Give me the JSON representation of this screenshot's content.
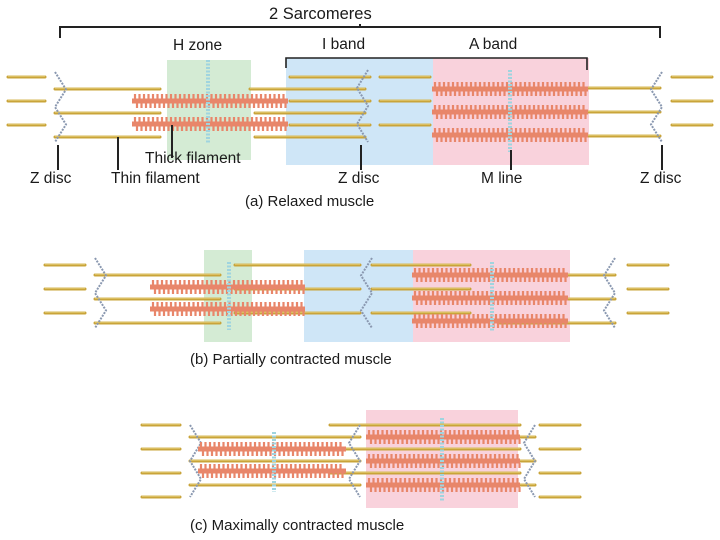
{
  "panel_a": {
    "header": "2 Sarcomeres",
    "h_zone": "H zone",
    "i_band": "I band",
    "a_band": "A band",
    "thick_filament": "Thick filament",
    "z_disc_left": "Z disc",
    "thin_filament": "Thin filament",
    "z_disc_middle": "Z disc",
    "m_line": "M line",
    "z_disc_right": "Z disc",
    "caption": "(a) Relaxed muscle"
  },
  "panel_b": {
    "caption": "(b) Partially contracted muscle"
  },
  "panel_c": {
    "caption": "(c) Maximally contracted muscle"
  },
  "colors": {
    "h_zone": "#d4ebd4",
    "i_band": "#cfe6f7",
    "a_band": "#f9d2dc",
    "thick_filament": "#e8866a",
    "thin_filament": "#c9a43a",
    "z_disc": "#8a98b0",
    "m_line": "#9fd4df",
    "bracket": "#222222"
  }
}
